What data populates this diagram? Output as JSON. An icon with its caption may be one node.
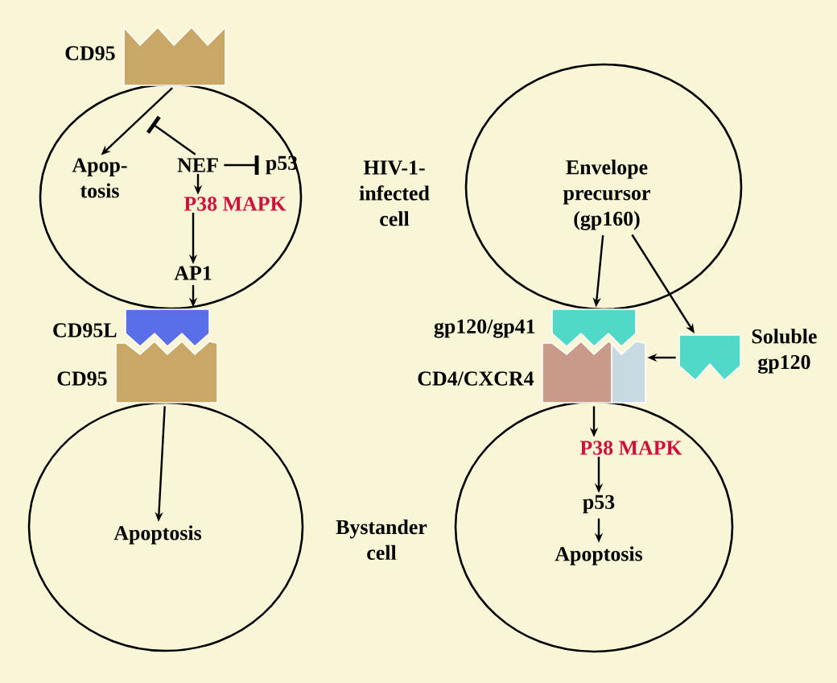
{
  "diagram": {
    "nodes": [
      {
        "text": [
          "CD95"
        ]
      },
      {
        "text": [],
        "shape": "circle"
      },
      {
        "text": [
          "Apop- tosis"
        ],
        "in": 1
      },
      {
        "text": [
          "NEF"
        ],
        "in": 1
      },
      {
        "text": [
          "p53"
        ],
        "in": 1
      },
      {
        "text": [
          "P38 MAPK"
        ],
        "in": 1
      },
      {
        "text": [
          "AP1"
        ],
        "in": 1
      },
      {
        "text": [
          "CD95L"
        ]
      },
      {
        "text": [
          "CD95"
        ]
      },
      {
        "text": [],
        "shape": "circle"
      },
      {
        "text": [
          "Apoptosis"
        ],
        "in": 9
      },
      {
        "text": [],
        "shape": "circle"
      },
      {
        "text": [
          "Envelope precursor (gp160)"
        ],
        "in": 11
      },
      {
        "text": [
          "gp120/gp41"
        ]
      },
      {
        "text": [
          "Soluble gp120"
        ]
      },
      {
        "text": [
          "CD4/CXCR4"
        ]
      },
      {
        "text": [],
        "shape": "circle"
      },
      {
        "text": [
          "P38 MAPK"
        ],
        "in": 16
      },
      {
        "text": [
          "p53"
        ],
        "in": 16
      },
      {
        "text": [
          "Apoptosis"
        ],
        "in": 16
      }
    ],
    "edges": [
      {
        "from": 0,
        "to": 2,
        "arrow": "to"
      },
      {
        "from": 3,
        "to": null,
        "arrow": "other"
      },
      {
        "from": 3,
        "to": 4,
        "arrow": "other"
      },
      {
        "from": 3,
        "to": 5,
        "arrow": "to"
      },
      {
        "from": 5,
        "to": 6,
        "arrow": "to"
      },
      {
        "from": 6,
        "to": 7,
        "arrow": "to"
      },
      {
        "from": 8,
        "to": 10,
        "arrow": "to"
      },
      {
        "from": 12,
        "to": 13,
        "arrow": "to"
      },
      {
        "from": 12,
        "to": 14,
        "arrow": "to"
      },
      {
        "from": 14,
        "to": 15,
        "arrow": "to"
      },
      {
        "from": 15,
        "to": 17,
        "arrow": "to"
      },
      {
        "from": 17,
        "to": 18,
        "arrow": "to"
      },
      {
        "from": 18,
        "to": 19,
        "arrow": "to"
      }
    ],
    "labels": [
      "HIV-1- infected cell",
      "Bystander cell"
    ]
  }
}
